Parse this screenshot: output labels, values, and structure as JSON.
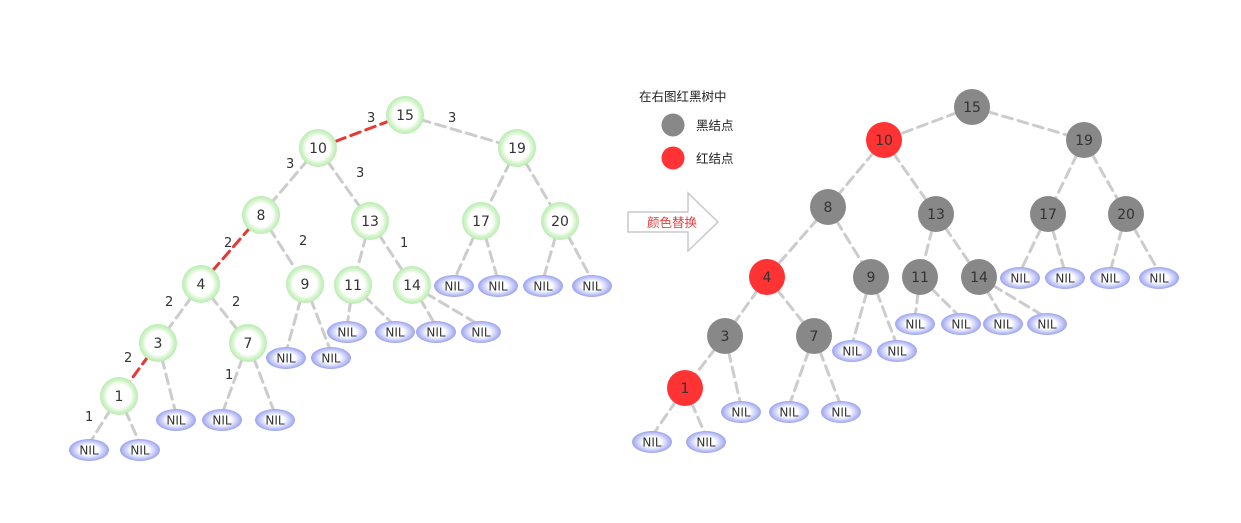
{
  "legend": {
    "title": "在右图红黑树中",
    "black_label": "黑结点",
    "red_label": "红结点",
    "black_color": "#808080",
    "red_color": "#ff3333"
  },
  "transform_arrow": {
    "label": "颜色替换"
  },
  "nil_label": "NIL",
  "colors": {
    "edge": "#cccccc",
    "highlight_edge": "#e53935",
    "left_node_fill": "#ffffff",
    "left_node_glow": "#c8f0c0",
    "nil_fill": "#aab0f0",
    "black_node": "#888888",
    "red_node": "#ff3333"
  },
  "left_tree": {
    "nodes": [
      {
        "id": "15",
        "label": "15"
      },
      {
        "id": "10",
        "label": "10"
      },
      {
        "id": "19",
        "label": "19"
      },
      {
        "id": "8",
        "label": "8"
      },
      {
        "id": "13",
        "label": "13"
      },
      {
        "id": "17",
        "label": "17"
      },
      {
        "id": "20",
        "label": "20"
      },
      {
        "id": "4",
        "label": "4"
      },
      {
        "id": "9",
        "label": "9"
      },
      {
        "id": "11",
        "label": "11"
      },
      {
        "id": "14",
        "label": "14"
      },
      {
        "id": "3",
        "label": "3"
      },
      {
        "id": "7",
        "label": "7"
      },
      {
        "id": "1",
        "label": "1"
      }
    ],
    "edge_labels": [
      "3",
      "3",
      "3",
      "3",
      "2",
      "2",
      "2",
      "2",
      "2",
      "1",
      "1",
      "1"
    ]
  },
  "right_tree": {
    "nodes": [
      {
        "id": "15",
        "label": "15",
        "color": "black"
      },
      {
        "id": "10",
        "label": "10",
        "color": "red"
      },
      {
        "id": "19",
        "label": "19",
        "color": "black"
      },
      {
        "id": "8",
        "label": "8",
        "color": "black"
      },
      {
        "id": "13",
        "label": "13",
        "color": "black"
      },
      {
        "id": "17",
        "label": "17",
        "color": "black"
      },
      {
        "id": "20",
        "label": "20",
        "color": "black"
      },
      {
        "id": "4",
        "label": "4",
        "color": "red"
      },
      {
        "id": "9",
        "label": "9",
        "color": "black"
      },
      {
        "id": "11",
        "label": "11",
        "color": "black"
      },
      {
        "id": "14",
        "label": "14",
        "color": "black"
      },
      {
        "id": "3",
        "label": "3",
        "color": "black"
      },
      {
        "id": "7",
        "label": "7",
        "color": "black"
      },
      {
        "id": "1",
        "label": "1",
        "color": "red"
      }
    ]
  }
}
